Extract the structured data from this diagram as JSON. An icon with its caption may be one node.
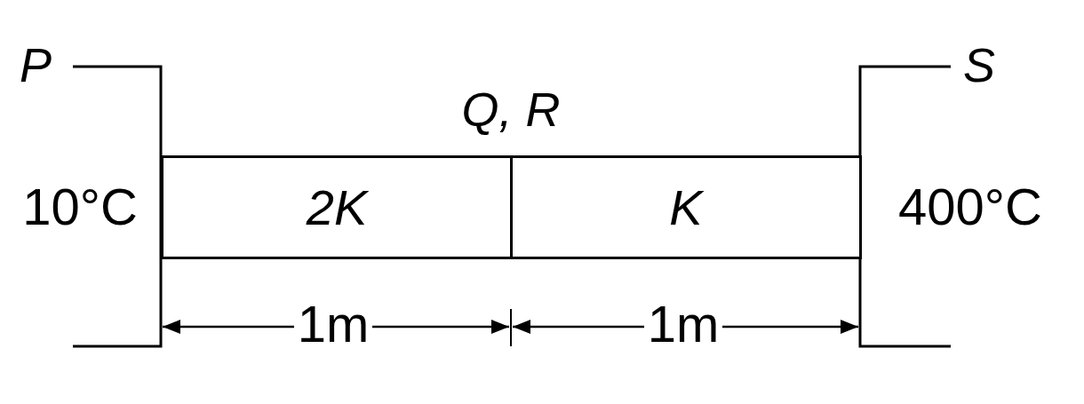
{
  "diagram": {
    "nodes": [
      {
        "text": [
          "2K"
        ]
      },
      {
        "text": [
          "K"
        ]
      }
    ],
    "labels": [
      "P",
      "S",
      "Q, R",
      "10°C",
      "400°C",
      "1m",
      "1m"
    ]
  }
}
